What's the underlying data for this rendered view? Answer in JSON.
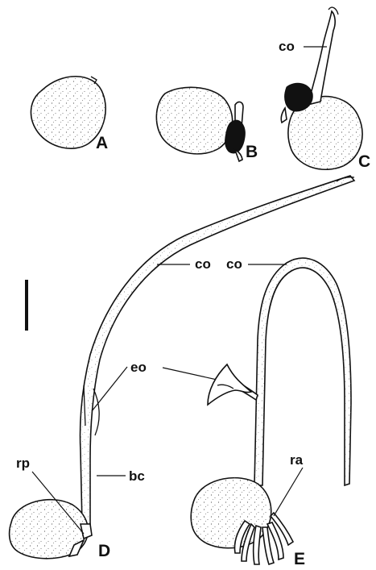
{
  "figure": {
    "stage_labels": {
      "a": "A",
      "b": "B",
      "c": "C",
      "d": "D",
      "e": "E"
    },
    "part_labels": {
      "co_c": "co",
      "co_d": "co",
      "co_e": "co",
      "eo": "eo",
      "bc": "bc",
      "rp": "rp",
      "ra": "ra"
    }
  },
  "colors": {
    "ink": "#111111",
    "background": "#ffffff",
    "dark_tissue": "#111111"
  }
}
